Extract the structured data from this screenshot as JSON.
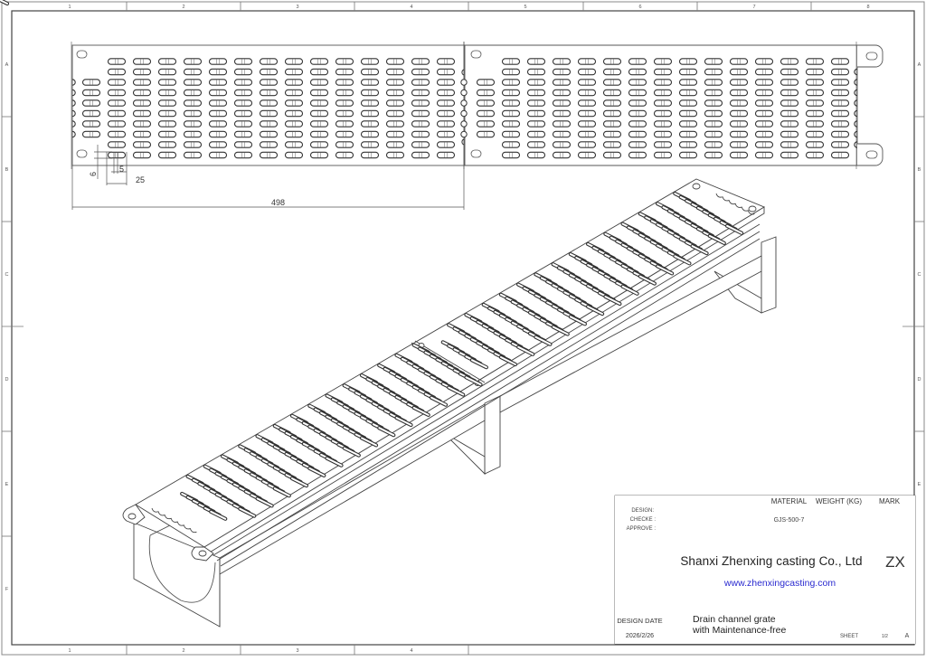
{
  "drawing": {
    "border": {
      "column_labels": [
        "1",
        "2",
        "3",
        "4",
        "5",
        "6",
        "7",
        "8"
      ],
      "row_labels": [
        "A",
        "B",
        "C",
        "D",
        "E",
        "F"
      ]
    },
    "top_view": {
      "dimensions": {
        "slot_height": "6",
        "slot_gap": "5",
        "slot_pitch": "25",
        "overall_length": "498"
      }
    },
    "isometric_view": {
      "description": "Isometric view of two connected drain channel grates on U-shaped channel"
    }
  },
  "title_block": {
    "headers": {
      "material": "MATERIAL",
      "weight": "WEIGHT (KG)",
      "mark": "MARK"
    },
    "material_value": "GJS-500-7",
    "weight_value": "",
    "mark_value": "",
    "roles": {
      "design": "DESIGN:",
      "check": "CHECKE :",
      "approve": "APPROVE :"
    },
    "projection_symbol": "first-angle-projection-icon",
    "company_name": "Shanxi Zhenxing casting Co., Ltd",
    "website": "www.zhenxingcasting.com",
    "logo": {
      "text": "ZX",
      "ring_color": "#6cc04a",
      "text_color": "#333333"
    },
    "part_description_line1": "Drain channel grate",
    "part_description_line2": "with  Maintenance-free",
    "design_date_label": "DESIGN DATE",
    "design_date_value": "2026/2/26",
    "sheet_label": "SHEET",
    "sheet_value": "1/2",
    "revision": "A"
  }
}
